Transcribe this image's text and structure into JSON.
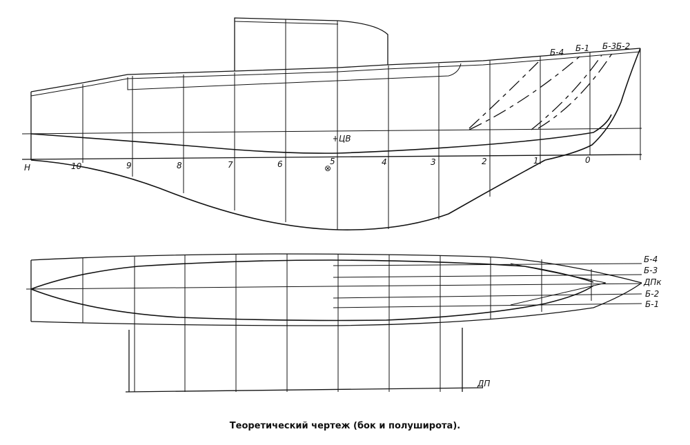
{
  "caption": "Теоретический чертеж (бок и полуширота).",
  "profile": {
    "stations": [
      "Н",
      "10",
      "9",
      "8",
      "7",
      "6",
      "5",
      "4",
      "3",
      "2",
      "1",
      "0"
    ],
    "midship_mark": "⊗",
    "cb_label": "ЦВ",
    "buttock_labels": [
      "Б-4",
      "Б-1",
      "Б-3",
      "Б-2"
    ]
  },
  "plan": {
    "buttock_labels": [
      "Б-4",
      "Б-3",
      "ДПк",
      "Б-2",
      "Б-1"
    ],
    "centerline_label": "ДП"
  }
}
